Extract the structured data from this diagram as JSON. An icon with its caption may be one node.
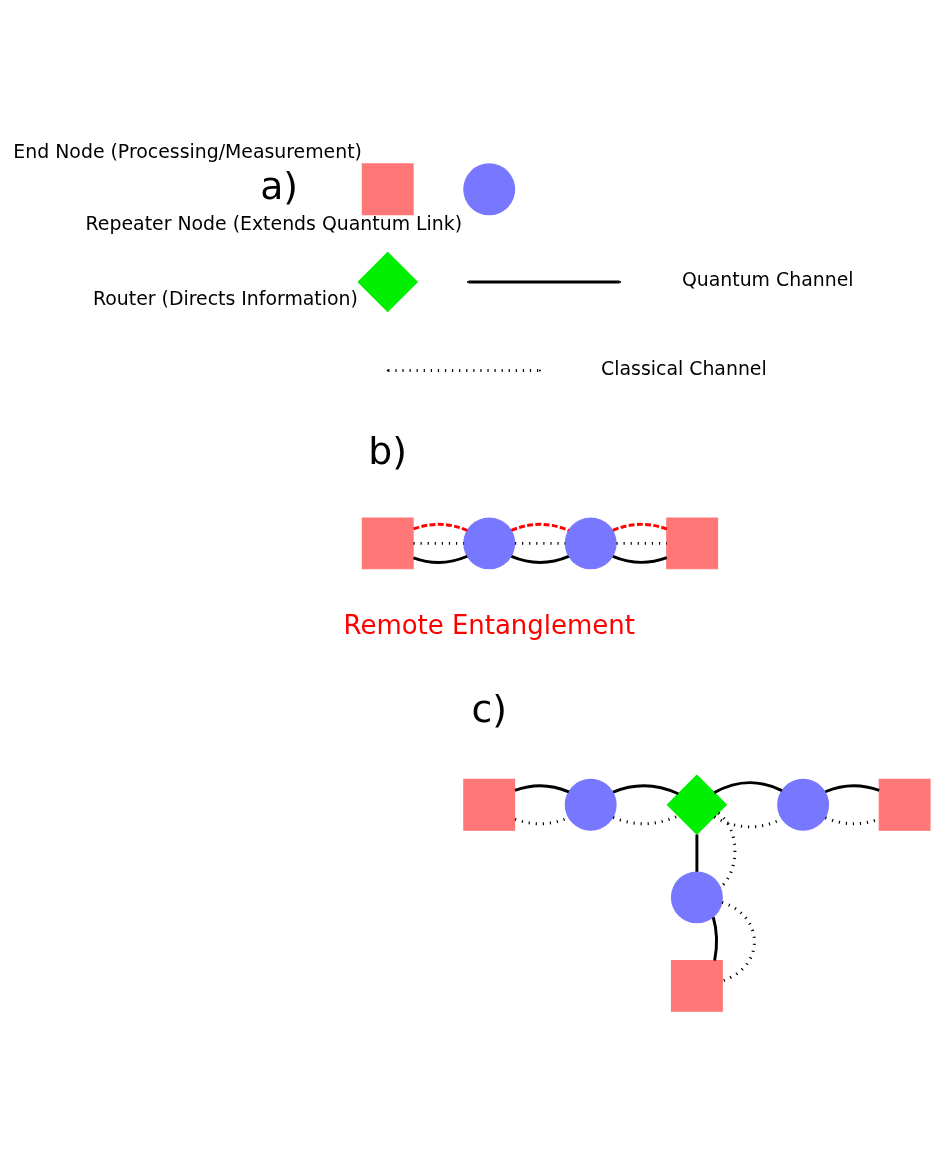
{
  "diagram": {
    "nodes": [
      {
        "text": [
          "End Node (Processing/Measurement)"
        ]
      },
      {
        "text": [
          "Repeater Node (Extends Quantum Link)"
        ]
      },
      {
        "text": [
          "Router (Directs Information)"
        ]
      },
      {
        "text": [],
        "shape": "box"
      },
      {
        "text": [],
        "shape": "circle"
      },
      {
        "text": [],
        "shape": "circle"
      },
      {
        "text": [],
        "shape": "box"
      },
      {
        "text": [],
        "shape": "box"
      },
      {
        "text": [],
        "shape": "circle"
      },
      {
        "text": [],
        "shape": "diamond"
      },
      {
        "text": [],
        "shape": "circle"
      },
      {
        "text": [],
        "shape": "box"
      },
      {
        "text": [],
        "shape": "circle"
      },
      {
        "text": [],
        "shape": "box"
      }
    ],
    "edges": [
      {
        "from": 3,
        "to": 4,
        "arrow": "none"
      },
      {
        "from": 3,
        "to": 4,
        "arrow": "none",
        "style": "dashed"
      },
      {
        "from": 4,
        "to": 5,
        "arrow": "none"
      },
      {
        "from": 4,
        "to": 5,
        "arrow": "none",
        "style": "dashed"
      },
      {
        "from": 5,
        "to": 6,
        "arrow": "none"
      },
      {
        "from": 5,
        "to": 6,
        "arrow": "none",
        "style": "dashed"
      },
      {
        "from": 3,
        "to": 4,
        "arrow": "none",
        "style": "dashed",
        "color": "#ff0000"
      },
      {
        "from": 4,
        "to": 5,
        "arrow": "none",
        "style": "dashed",
        "color": "#ff0000"
      },
      {
        "from": 5,
        "to": 6,
        "arrow": "none",
        "style": "dashed",
        "color": "#ff0000"
      },
      {
        "from": 7,
        "to": 8,
        "arrow": "none",
        "style": "dashed"
      },
      {
        "from": 7,
        "to": 8,
        "arrow": "none"
      },
      {
        "from": 8,
        "to": 9,
        "arrow": "none",
        "style": "dashed"
      },
      {
        "from": 8,
        "to": 9,
        "arrow": "none"
      },
      {
        "from": 9,
        "to": 10,
        "arrow": "none",
        "style": "dashed"
      },
      {
        "from": 9,
        "to": 10,
        "arrow": "none"
      },
      {
        "from": 10,
        "to": 11,
        "arrow": "none",
        "style": "dashed"
      },
      {
        "from": 10,
        "to": 11,
        "arrow": "none"
      },
      {
        "from": 9,
        "to": 12,
        "arrow": "none"
      },
      {
        "from": 9,
        "to": 12,
        "arrow": "none",
        "style": "dashed"
      },
      {
        "from": 12,
        "to": 13,
        "arrow": "none"
      },
      {
        "from": 12,
        "to": 13,
        "arrow": "none",
        "style": "dashed"
      }
    ],
    "labels": [
      "a)",
      "b)",
      "Remote Entanglement",
      "c)"
    ],
    "legend": [
      {
        "text": "Quantum Channel"
      },
      {
        "text": "Classical Channel"
      }
    ]
  }
}
